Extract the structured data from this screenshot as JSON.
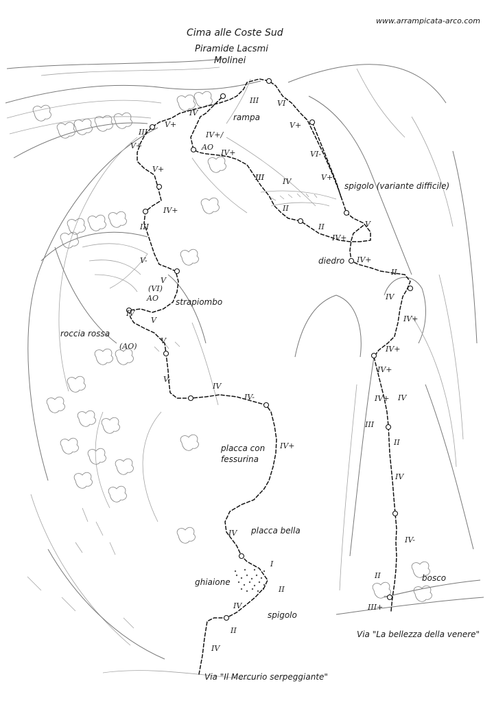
{
  "header": {
    "website": "www.arrampicata-arco.com",
    "title": "Cima alle Coste Sud",
    "subtitle_1": "Piramide Lacsmi",
    "subtitle_2": "Molinei"
  },
  "features": {
    "rampa": "rampa",
    "spigolo_variante": "spigolo (variante difficile)",
    "diedro": "diedro",
    "strapiombo": "strapiombo",
    "roccia_rossa": "roccia rossa",
    "placca_fessurina_1": "placca con",
    "placca_fessurina_2": "fessurina",
    "placca_bella": "placca bella",
    "ghiaione": "ghiaione",
    "spigolo": "spigolo",
    "bosco": "bosco"
  },
  "routes": {
    "via_mercurio": "Via \"Il Mercurio serpeggiante\"",
    "via_venere": "Via \"La bellezza della venere\""
  },
  "grades": {
    "m1": "IV",
    "m2": "II",
    "m3": "IV",
    "m4": "II",
    "m5": "I",
    "m6": "IV",
    "m7": "IV+",
    "m8": "IV-",
    "m9": "IV",
    "m10": "V-",
    "m11": "V",
    "m12": "(AO)",
    "m13": "V",
    "m14": "IV",
    "m15": "(VI)",
    "m16": "AO",
    "m17": "V",
    "m18": "V-",
    "m19": "III",
    "m20": "IV+",
    "m21": "V+",
    "m22": "V+",
    "m23": "III",
    "m24": "IV",
    "m25": "III",
    "m26": "V+",
    "m27": "IV+/",
    "m28": "AO",
    "m29": "IV+",
    "m30": "III",
    "m31": "VI",
    "m32": "V+",
    "m33": "VI-",
    "m34": "III",
    "m35": "IV",
    "m36": "V+",
    "m37": "II",
    "m38": "II",
    "m39": "V",
    "v1": "III+",
    "v2": "II",
    "v3": "IV-",
    "v4": "IV",
    "v5": "II",
    "v6": "III",
    "v7": "IV+",
    "v8": "IV+",
    "v9": "IV+",
    "v10": "IV+",
    "v11": "IV",
    "v12": "II",
    "v13": "IV+",
    "v14": "IV+",
    "v15": "IV"
  }
}
